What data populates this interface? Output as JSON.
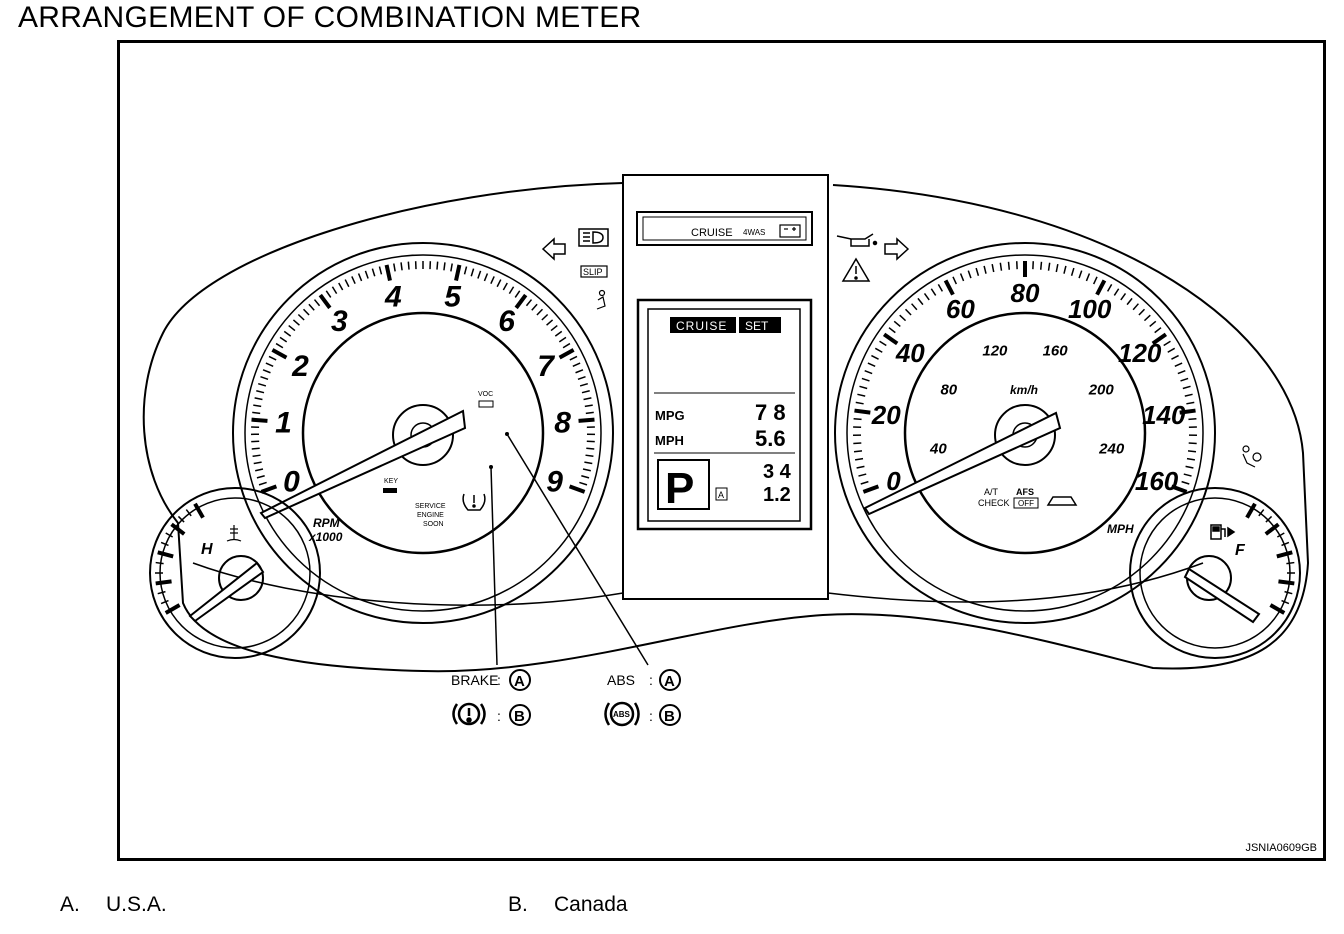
{
  "page": {
    "title": "ARRANGEMENT OF COMBINATION METER",
    "figure_code": "JSNIA0609GB"
  },
  "tachometer": {
    "scale": [
      "0",
      "1",
      "2",
      "3",
      "4",
      "5",
      "6",
      "7",
      "8",
      "9"
    ],
    "unit_line1": "RPM",
    "unit_line2": "x1000",
    "voc": "VOC",
    "key": "KEY",
    "service_line1": "SERVICE",
    "service_line2": "ENGINE",
    "service_line3": "SOON"
  },
  "speedometer": {
    "mph_scale": [
      "0",
      "20",
      "40",
      "60",
      "80",
      "100",
      "120",
      "140",
      "160"
    ],
    "kmh_scale": [
      "40",
      "80",
      "120",
      "160",
      "200",
      "240"
    ],
    "kmh_unit": "km/h",
    "mph_unit": "MPH",
    "at_check_line1": "A/T",
    "at_check_line2": "CHECK",
    "afs_line1": "AFS",
    "afs_line2": "OFF"
  },
  "temp_gauge": {
    "label": "H"
  },
  "fuel_gauge": {
    "label": "F"
  },
  "top_indicator_bar": {
    "cruise": "CRUISE",
    "awas": "4WAS"
  },
  "slip_indicator": "SLIP",
  "center_display": {
    "cruise": "CRUISE",
    "set": "SET",
    "mpg_label": "MPG",
    "mpg_value": "7 8",
    "mph_label": "MPH",
    "mph_value": "5.6",
    "gear": "P",
    "gear_mode": "A",
    "odo_value": "3 4",
    "trip_value": "1.2"
  },
  "callouts": {
    "brake_text": "BRAKE",
    "abs_text": "ABS",
    "abs_symbol_text": "ABS",
    "marker_a": "A",
    "marker_b": "B",
    "separator": ":"
  },
  "legend": [
    {
      "letter": "A.",
      "text": "U.S.A."
    },
    {
      "letter": "B.",
      "text": "Canada"
    }
  ]
}
